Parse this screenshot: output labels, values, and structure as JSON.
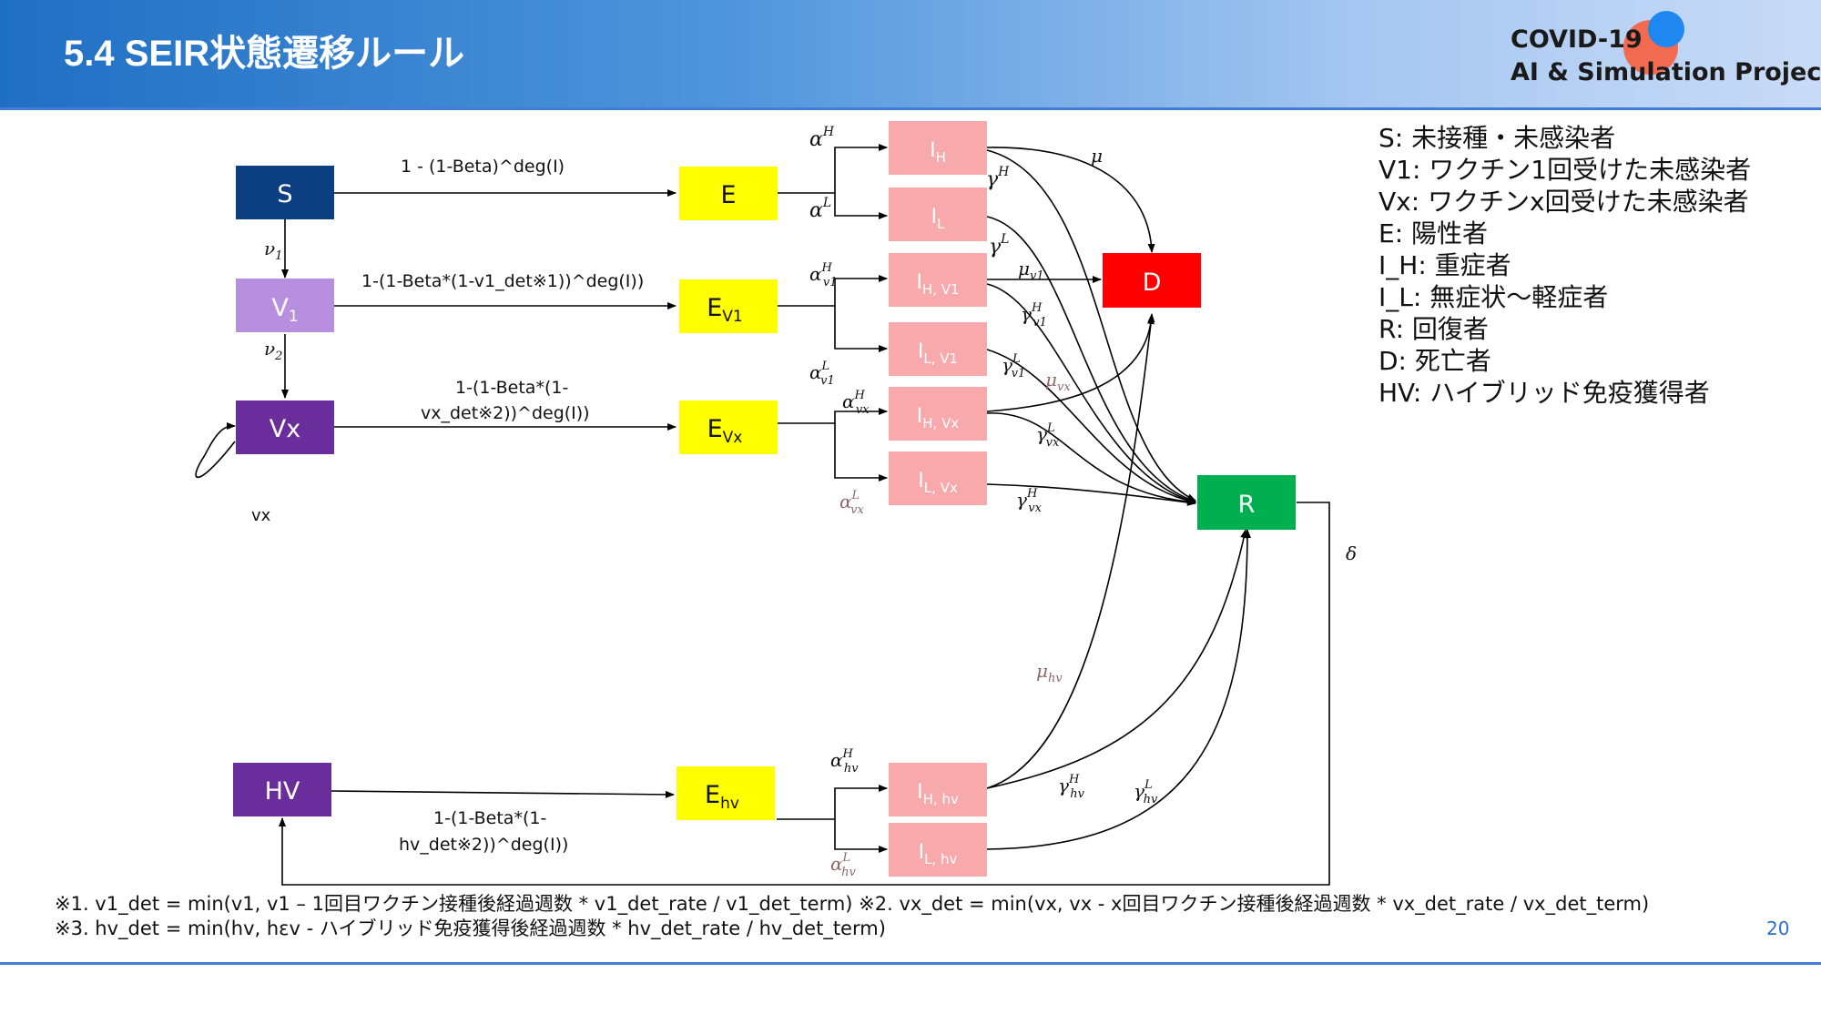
{
  "slide": {
    "title": "5.4 SEIR状態遷移ルール",
    "page_number": "20"
  },
  "logo": {
    "line1": "COVID-19",
    "line2": "AI & Simulation Project"
  },
  "colors": {
    "header_start": "#1f6fc4",
    "S": "#0b3f82",
    "V1": "#b88ede",
    "Vx": "#6a2d9c",
    "HV": "#6a2d9c",
    "E": "#ffff00",
    "I": "#f8a9ac",
    "D": "#ff0000",
    "R": "#00b050"
  },
  "nodes": {
    "S": "S",
    "V1": {
      "main": "V",
      "sub": "1"
    },
    "Vx": "Vx",
    "HV": "HV",
    "E": "E",
    "EV1": {
      "main": "E",
      "sub": "V1"
    },
    "EVx": {
      "main": "E",
      "sub": "Vx"
    },
    "Ehv": {
      "main": "E",
      "sub": "hv"
    },
    "IH": {
      "main": "I",
      "sub": "H"
    },
    "IL": {
      "main": "I",
      "sub": "L"
    },
    "IHV1": {
      "main": "I",
      "sub": "H, V1"
    },
    "ILV1": {
      "main": "I",
      "sub": "L, V1"
    },
    "IHVx": {
      "main": "I",
      "sub": "H, Vx"
    },
    "ILVx": {
      "main": "I",
      "sub": "L, Vx"
    },
    "IHhv": {
      "main": "I",
      "sub": "H, hv"
    },
    "ILhv": {
      "main": "I",
      "sub": "L, hv"
    },
    "D": "D",
    "R": "R"
  },
  "edge_labels": {
    "S_E": "1 - (1-Beta)^deg(I)",
    "V1_EV1": "1-(1-Beta*(1-v1_det※1))^deg(I))",
    "Vx_EVx_line1": "1-(1-Beta*(1-",
    "Vx_EVx_line2": "vx_det※2))^deg(I))",
    "HV_Ehv_line1": "1-(1-Beta*(1-",
    "HV_Ehv_line2": "hv_det※2))^deg(I))",
    "self_loop": "vx",
    "nu1": {
      "base": "ν",
      "sub": "1"
    },
    "nu2": {
      "base": "ν",
      "sub": "2"
    },
    "mu": {
      "base": "μ"
    },
    "delta": {
      "base": "δ"
    },
    "alpha_H": {
      "base": "α",
      "sup": "H"
    },
    "alpha_L": {
      "base": "α",
      "sup": "L"
    },
    "gamma_H": {
      "base": "γ",
      "sup": "H"
    },
    "gamma_L": {
      "base": "γ",
      "sup": "L"
    },
    "alpha_v1_H": {
      "base": "α",
      "sup": "H",
      "sub": "v1"
    },
    "alpha_v1_L": {
      "base": "α",
      "sup": "L",
      "sub": "v1"
    },
    "mu_v1": {
      "base": "μ",
      "sub": "v1"
    },
    "gamma_v1_H": {
      "base": "γ",
      "sup": "H",
      "sub": "v1"
    },
    "gamma_v1_L": {
      "base": "γ",
      "sup": "L",
      "sub": "v1"
    },
    "alpha_vx_H": {
      "base": "α",
      "sup": "H",
      "sub": "vx"
    },
    "alpha_vx_L": {
      "base": "α",
      "sup": "L",
      "sub": "vx"
    },
    "mu_vx": {
      "base": "μ",
      "sub": "vx"
    },
    "gamma_vx_H": {
      "base": "γ",
      "sup": "H",
      "sub": "vx"
    },
    "gamma_vx_L": {
      "base": "γ",
      "sup": "L",
      "sub": "vx"
    },
    "alpha_hv_H": {
      "base": "α",
      "sup": "H",
      "sub": "hv"
    },
    "alpha_hv_L": {
      "base": "α",
      "sup": "L",
      "sub": "hv"
    },
    "mu_hv": {
      "base": "μ",
      "sub": "hv"
    },
    "gamma_hv_H": {
      "base": "γ",
      "sup": "H",
      "sub": "hv"
    },
    "gamma_hv_L": {
      "base": "γ",
      "sup": "L",
      "sub": "hv"
    }
  },
  "legend": [
    "S: 未接種・未感染者",
    "V1: ワクチン1回受けた未感染者",
    "Vx: ワクチンx回受けた未感染者",
    "E: 陽性者",
    "I_H: 重症者",
    "I_L: 無症状〜軽症者",
    "R: 回復者",
    "D: 死亡者",
    "HV: ハイブリッド免疫獲得者"
  ],
  "footnotes": [
    "※1. v1_det = min(v1, v1 – 1回目ワクチン接種後経過週数 * v1_det_rate / v1_det_term) ※2. vx_det = min(vx, vx - x回目ワクチン接種後経過週数 * vx_det_rate / vx_det_term)",
    "※3. hv_det = min(hv, hεv - ハイブリッド免疫獲得後経過週数 * hv_det_rate / hv_det_term)"
  ]
}
